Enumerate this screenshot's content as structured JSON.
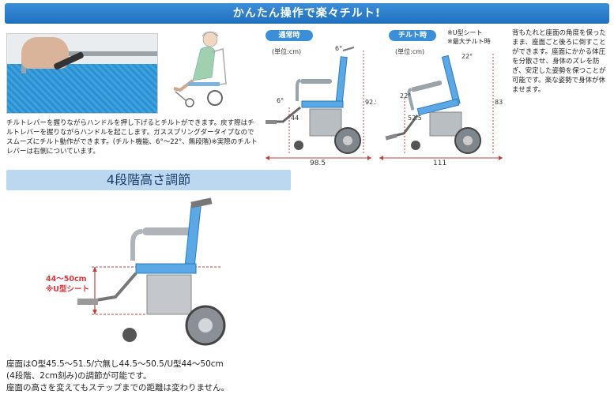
{
  "banner": {
    "title": "かんたん操作で楽々チルト!"
  },
  "tilt_section": {
    "description": "チルトレバーを握りながらハンドルを押し下げるとチルトができます。戻す際はチルトレバーを握りながらハンドルを起こします。ガススプリングダータイプなのでスムーズにチルト動作ができます。(チルト機能、6°〜22°、無段階)※実際のチルトレバーは右側についています。",
    "normal": {
      "label": "通常時",
      "unit": "(単位:cm)",
      "angle_top": "6°",
      "angle_seat": "6°",
      "seat_height": "44",
      "total_height": "92.5",
      "total_length": "98.5"
    },
    "tilt": {
      "label": "チルト時",
      "unit": "(単位:cm)",
      "note1": "※U型シート",
      "note2": "※最大チルト時",
      "angle_top": "22°",
      "angle_seat": "22°",
      "seat_height": "52.5",
      "total_height": "83",
      "total_length": "111"
    },
    "side_text": "背もたれと座面の角度を保ったまま、座面ごと後ろに倒すことができます。座面にかかる体圧を分散させ、身体のズレを防ぎ、安定した姿勢を保つことが可能です。楽な姿勢で身体が休ませます。"
  },
  "height_section": {
    "title": "4段階高さ調節",
    "range_label": "44〜50cm",
    "range_note": "※U型シート",
    "text_line1": "座面はO型45.5〜51.5/穴無し44.5〜50.5/U型44〜50cm",
    "text_line2": "(4段階、2cm刻み)の調節が可能です。",
    "text_line3": "座面の高さを変えてもステップまでの距離は変わりません。"
  },
  "colors": {
    "accent": "#3b8fd8",
    "dimension": "#c04040",
    "section_bg": "#bcd7f0"
  }
}
